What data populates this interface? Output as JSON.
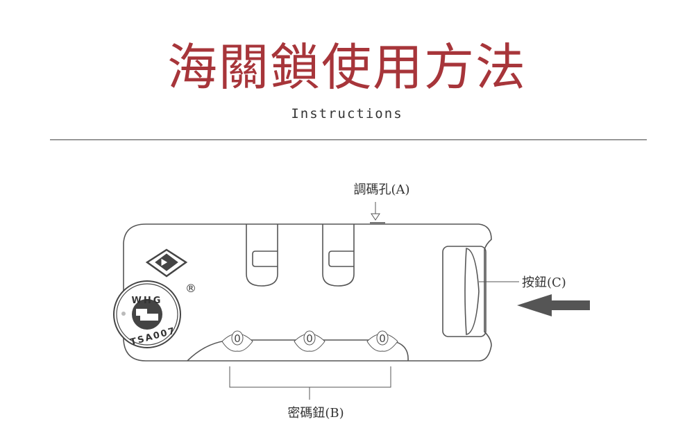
{
  "title": "海關鎖使用方法",
  "subtitle": "Instructions",
  "labels": {
    "a": "調碼孔(A)",
    "b": "密碼鈕(B)",
    "c": "按鈕(C)"
  },
  "logo": {
    "brand": "WHG",
    "model": "TSA007",
    "registered": "®"
  },
  "dials": [
    "0",
    "0",
    "0"
  ],
  "colors": {
    "title": "#a7353a",
    "arrow": "#555555"
  }
}
